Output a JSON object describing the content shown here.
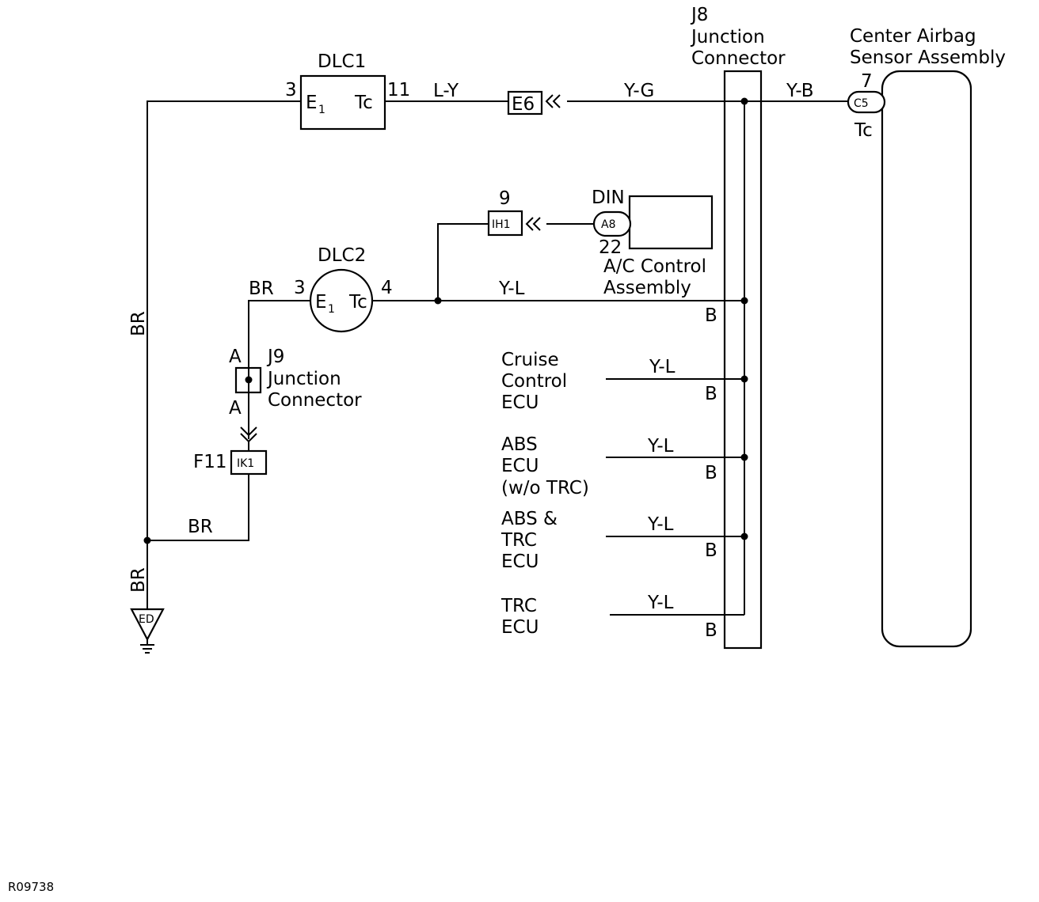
{
  "diagram": {
    "dlc1": {
      "name": "DLC1",
      "pin_e1": "3",
      "pin_tc": "11",
      "e1": "E",
      "e1_sub": "1",
      "tc": "Tc"
    },
    "dlc2": {
      "name": "DLC2",
      "pin_e1": "3",
      "pin_tc": "4",
      "e1": "E",
      "e1_sub": "1",
      "tc": "Tc"
    },
    "j8": {
      "name": "J8",
      "line1": "Junction",
      "line2": "Connector"
    },
    "j9": {
      "name": "J9",
      "line1": "Junction",
      "line2": "Connector",
      "pin_top": "A",
      "pin_bottom": "A"
    },
    "airbag": {
      "line1": "Center Airbag",
      "line2": "Sensor Assembly",
      "connector": "C5",
      "pin": "7",
      "terminal": "Tc"
    },
    "ac": {
      "line1": "A/C Control",
      "line2": "Assembly",
      "din": "DIN",
      "connector": "A8",
      "pin": "22"
    },
    "connectors": {
      "e6": "E6",
      "ih1": "IH1",
      "ih1_pin": "9",
      "ik1": "IK1",
      "ik1_pin": "F11",
      "ground": "ED"
    },
    "wires": {
      "dlc1_to_e6": "L-Y",
      "e6_to_j8": "Y-G",
      "j8_to_airbag": "Y-B",
      "dlc2_bus": "Y-L",
      "ground_vertical": "BR",
      "ground_lower": "BR",
      "ground_horizontal": "BR",
      "dlc2_e1": "BR"
    },
    "ecus": [
      {
        "lines": [
          "Cruise",
          "Control",
          "ECU"
        ],
        "wire": "Y-L",
        "pin": "B"
      },
      {
        "lines": [
          "ABS",
          "ECU",
          "(w/o TRC)"
        ],
        "wire": "Y-L",
        "pin": "B"
      },
      {
        "lines": [
          "ABS &",
          "TRC",
          "ECU"
        ],
        "wire": "Y-L",
        "pin": "B"
      },
      {
        "lines": [
          "TRC",
          "ECU"
        ],
        "wire": "Y-L",
        "pin": "B"
      }
    ],
    "bus_pin": "B",
    "figure_id": "R09738"
  }
}
